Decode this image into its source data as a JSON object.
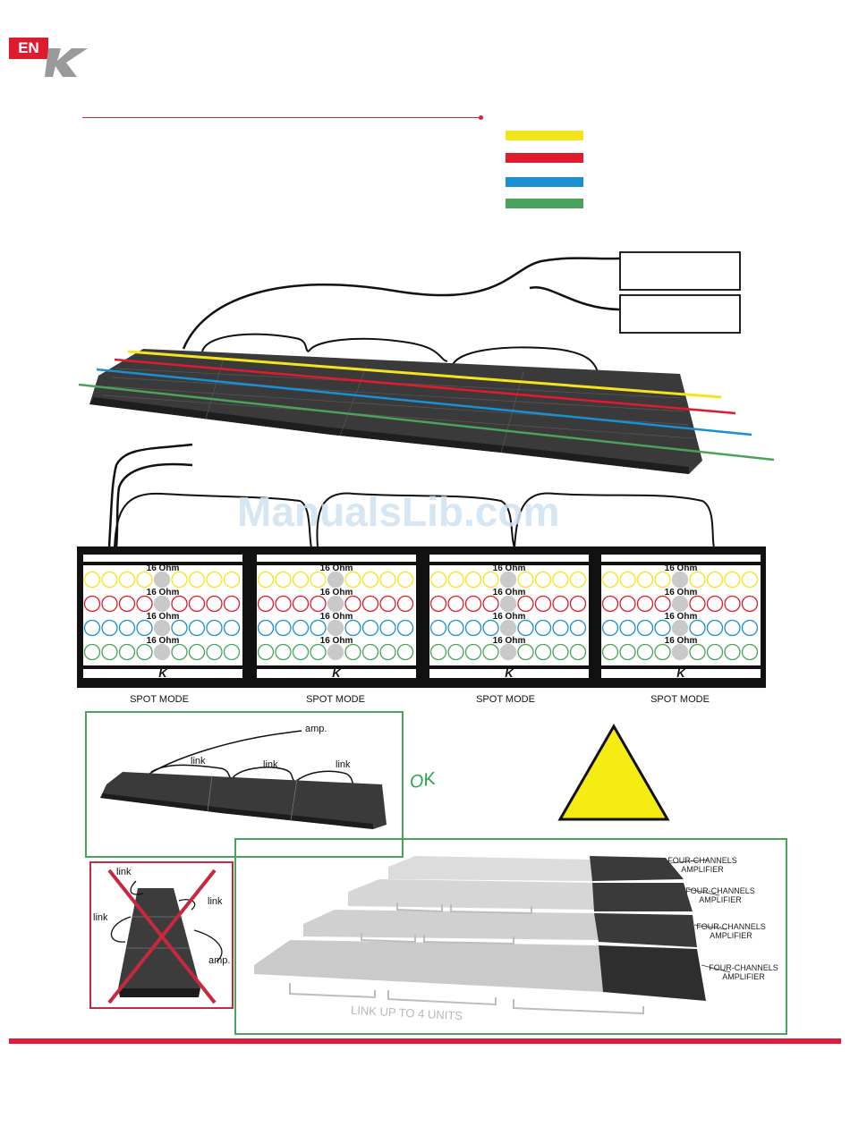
{
  "header": {
    "lang_badge": "EN",
    "brand_letter": "K"
  },
  "colors": {
    "yellow": "#f4e41c",
    "red": "#e01b2e",
    "blue": "#1a8fd1",
    "green": "#4aa35c",
    "accent": "#e01b3c"
  },
  "legend_swatches": [
    "yellow",
    "red",
    "blue",
    "green"
  ],
  "spot_panels": [
    {
      "label": "SPOT MODE",
      "ohm_labels": [
        "16 Ohm",
        "16 Ohm",
        "16 Ohm",
        "16 Ohm"
      ]
    },
    {
      "label": "SPOT MODE",
      "ohm_labels": [
        "16 Ohm",
        "16 Ohm",
        "16 Ohm",
        "16 Ohm"
      ]
    },
    {
      "label": "SPOT MODE",
      "ohm_labels": [
        "16 Ohm",
        "16 Ohm",
        "16 Ohm",
        "16 Ohm"
      ]
    },
    {
      "label": "SPOT MODE",
      "ohm_labels": [
        "16 Ohm",
        "16 Ohm",
        "16 Ohm",
        "16 Ohm"
      ]
    }
  ],
  "watermark": "ManualsLib.com",
  "ok_panel": {
    "amp_label": "amp.",
    "link_labels": [
      "link",
      "link",
      "link"
    ],
    "ok_text": "OK"
  },
  "no_panel": {
    "link_labels": [
      "link",
      "link",
      "link"
    ],
    "amp_label": "amp."
  },
  "big_panel": {
    "amp_labels": [
      [
        "FOUR-CHANNELS",
        "AMPLIFIER"
      ],
      [
        "FOUR-CHANNELS",
        "AMPLIFIER"
      ],
      [
        "FOUR-CHANNELS",
        "AMPLIFIER"
      ],
      [
        "FOUR-CHANNELS",
        "AMPLIFIER"
      ]
    ],
    "link_text": "LINK UP TO 4 UNITS"
  }
}
